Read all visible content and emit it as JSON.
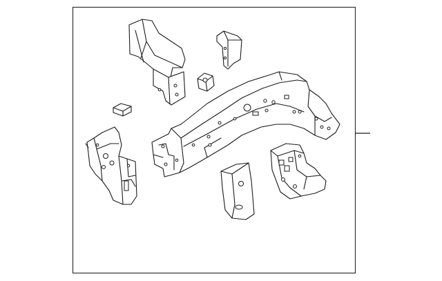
{
  "diagram": {
    "type": "exploded-parts-diagram",
    "colors": {
      "line": "#1a1a1a",
      "background": "#ffffff",
      "frame": "#333333"
    },
    "parts": [
      {
        "id": "upper-bracket"
      },
      {
        "id": "small-gusset"
      },
      {
        "id": "weld-nut"
      },
      {
        "id": "spacer-block"
      },
      {
        "id": "front-side-rail"
      },
      {
        "id": "lower-left-bracket"
      },
      {
        "id": "center-plate"
      },
      {
        "id": "right-bracket"
      }
    ]
  }
}
